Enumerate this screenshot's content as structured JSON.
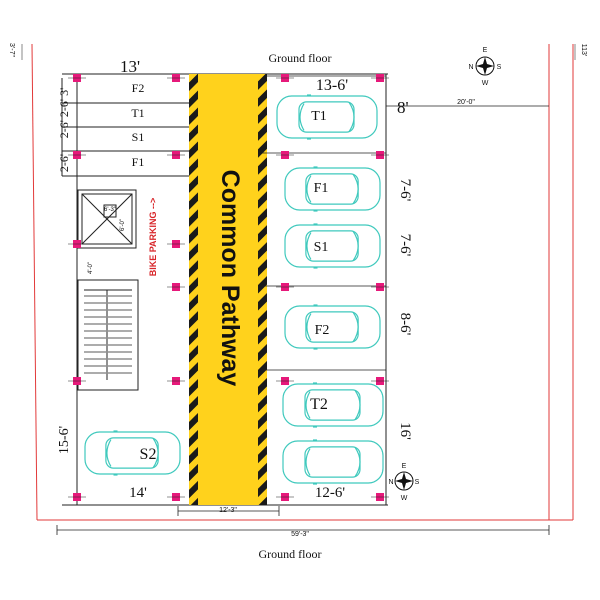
{
  "title_top": "Ground floor",
  "title_bottom": "Ground floor",
  "pathway_label": "Common Pathway",
  "bike_parking": "BIKE PARKING -->",
  "dims": {
    "left_top_width": "13'",
    "right_top_width": "13-6'",
    "left_bottom_width": "14'",
    "right_bottom_width": "12-6'",
    "pathway_width": "12'-3\"",
    "total_width": "59'-3\"",
    "side_setback": "20'-0\"",
    "right_8": "8'",
    "right_7a": "7-6'",
    "right_7b": "7-6'",
    "right_8b": "8-6'",
    "right_16": "16'",
    "left_15": "15-6'",
    "left_stack": "2-6' 2-6' 3'",
    "left_2": "2-6'",
    "left_edge": "3'-7\"",
    "right_edge": "113'",
    "stair_a": "6'-3\"",
    "stair_b": "6'-0\"",
    "stair_c": "4'-0\""
  },
  "strip_labels": [
    "F2",
    "T1",
    "S1",
    "F1"
  ],
  "car_labels": {
    "t1": "T1",
    "f1": "F1",
    "s1": "S1",
    "f2": "F2",
    "t2": "T2",
    "s2": "S2"
  },
  "compass": {
    "n": "N",
    "s": "S",
    "e": "E",
    "w": "W"
  },
  "colors": {
    "pathway": "#ffd21c",
    "hazard": "#1a1a1a",
    "car": "#3fc9bd",
    "column": "#e6197a",
    "boundary": "#e23a3a"
  }
}
